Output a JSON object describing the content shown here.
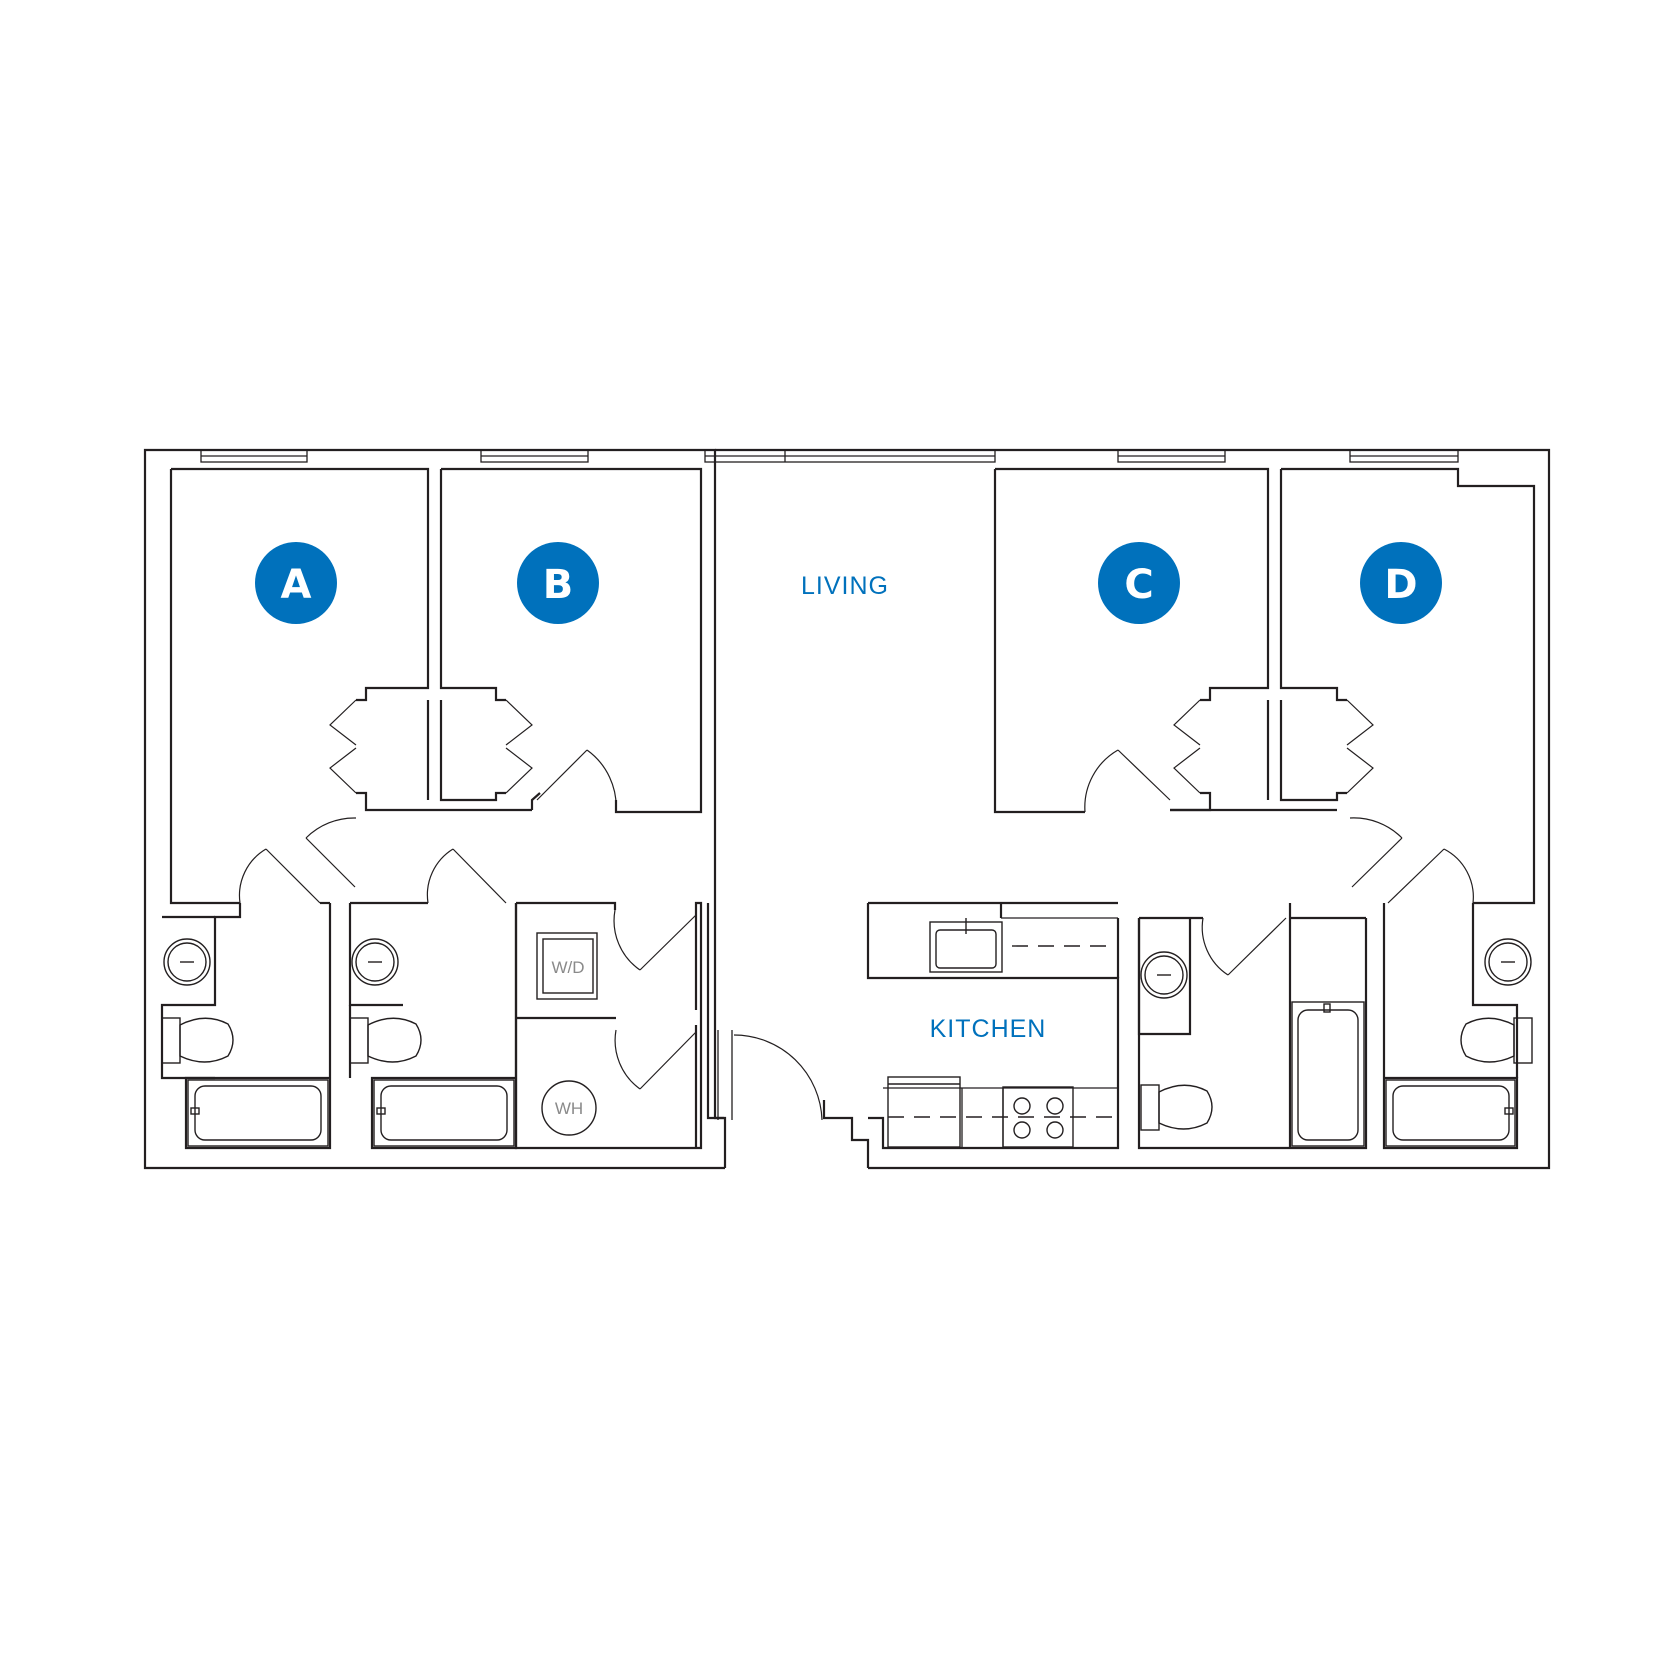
{
  "plan": {
    "bedrooms": [
      {
        "letter": "A"
      },
      {
        "letter": "B"
      },
      {
        "letter": "C"
      },
      {
        "letter": "D"
      }
    ],
    "rooms": {
      "living": "LIVING",
      "kitchen": "KITCHEN"
    },
    "appliances": {
      "washer_dryer": "W/D",
      "water_heater": "WH"
    },
    "colors": {
      "accent": "#0071bc",
      "line": "#231f20",
      "appliance_text": "#8a8a8a"
    }
  }
}
